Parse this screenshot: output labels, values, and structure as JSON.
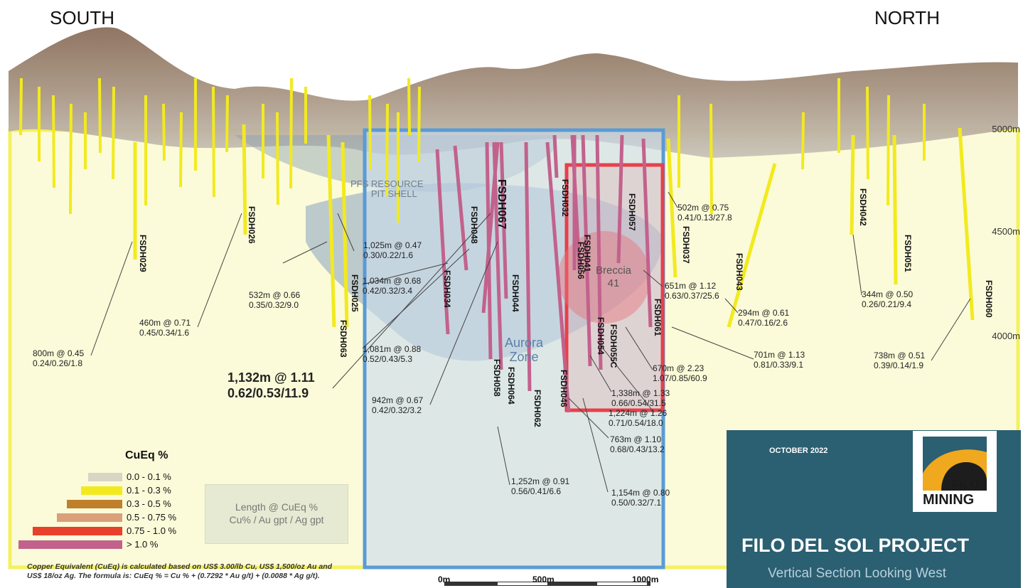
{
  "directions": {
    "left": "SOUTH",
    "right": "NORTH"
  },
  "elevations": [
    "5000m",
    "4500m",
    "4000m"
  ],
  "pit_shell_label": [
    "PFS RESOURCE",
    "PIT SHELL"
  ],
  "zones": {
    "aurora": [
      "Aurora",
      "Zone"
    ],
    "breccia": [
      "Breccia",
      "41"
    ]
  },
  "drill_holes": [
    "FSDH029",
    "FSDH026",
    "FSDH063",
    "FSDH025",
    "FSDH034",
    "FSDH048",
    "FSDH067",
    "FSDH058",
    "FSDH064",
    "FSDH044",
    "FSDH062",
    "FSDH046",
    "FSDH032",
    "FSDH041",
    "FSDH056",
    "FSDH054",
    "FSDH055C",
    "FSDH057",
    "FSDH061",
    "FSDH037",
    "FSDH043",
    "FSDH042",
    "FSDH051",
    "FSDH060"
  ],
  "intercepts": [
    {
      "l1": "800m @ 0.45",
      "l2": "0.24/0.26/1.8"
    },
    {
      "l1": "460m @ 0.71",
      "l2": "0.45/0.34/1.6"
    },
    {
      "l1": "532m @ 0.66",
      "l2": "0.35/0.32/9.0"
    },
    {
      "l1": "1,025m @ 0.47",
      "l2": "0.30/0.22/1.6"
    },
    {
      "l1": "1,034m @ 0.68",
      "l2": "0.42/0.32/3.4"
    },
    {
      "l1": "1,081m @ 0.88",
      "l2": "0.52/0.43/5.3"
    },
    {
      "l1": "1,132m @ 1.11",
      "l2": "0.62/0.53/11.9"
    },
    {
      "l1": "942m @ 0.67",
      "l2": "0.42/0.32/3.2"
    },
    {
      "l1": "1,252m @ 0.91",
      "l2": "0.56/0.41/6.6"
    },
    {
      "l1": "763m @ 1.10",
      "l2": "0.68/0.43/13.2"
    },
    {
      "l1": "1,154m @ 0.80",
      "l2": "0.50/0.32/7.1"
    },
    {
      "l1": "1,338m @ 1.33",
      "l2": "0.66/0.54/31.5"
    },
    {
      "l1": "1,224m @ 1.26",
      "l2": "0.71/0.54/18.0"
    },
    {
      "l1": "670m @ 2.23",
      "l2": "1.07/0.85/60.9"
    },
    {
      "l1": "651m @ 1.12",
      "l2": "0.63/0.37/25.6"
    },
    {
      "l1": "502m @ 0.75",
      "l2": "0.41/0.13/27.8"
    },
    {
      "l1": "294m @ 0.61",
      "l2": "0.47/0.16/2.6"
    },
    {
      "l1": "701m @ 1.13",
      "l2": "0.81/0.33/9.1"
    },
    {
      "l1": "344m @ 0.50",
      "l2": "0.26/0.21/9.4"
    },
    {
      "l1": "738m @ 0.51",
      "l2": "0.39/0.14/1.9"
    }
  ],
  "legend": {
    "title": "CuEq %",
    "items": [
      {
        "label": "0.0 - 0.1 %",
        "color": "#d8d5c4"
      },
      {
        "label": "0.1 - 0.3 %",
        "color": "#f2ea1e"
      },
      {
        "label": "0.3 - 0.5 %",
        "color": "#c07f2a"
      },
      {
        "label": "0.5 - 0.75 %",
        "color": "#d9a07a"
      },
      {
        "label": "0.75 - 1.0 %",
        "color": "#e8402a"
      },
      {
        "label": "> 1.0 %",
        "color": "#c2628c"
      }
    ]
  },
  "info_box": [
    "Length @ CuEq %",
    "Cu% / Au gpt / Ag gpt"
  ],
  "footnote": [
    "Copper Equivalent (CuEq) is calculated based on US$ 3.00/lb Cu, US$ 1,500/oz Au and",
    "US$ 18/oz Ag. The formula is:  CuEq % = Cu % + (0.7292 * Au g/t) + (0.0088 * Ag g/t)."
  ],
  "scale": [
    "0m",
    "500m",
    "1000m"
  ],
  "title_block": {
    "date": "OCTOBER 2022",
    "project": "FILO DEL SOL PROJECT",
    "subtitle": "Vertical Section Looking West",
    "logo_text": [
      "FILO",
      "MINING"
    ]
  },
  "colors": {
    "section_fill": "#fbfbd9",
    "section_border": "#f4f060",
    "aurora_fill": "#c9dcee",
    "aurora_border": "#5b9bd5",
    "breccia_border": "#e8404a",
    "title_bg": "#2b5f72"
  }
}
